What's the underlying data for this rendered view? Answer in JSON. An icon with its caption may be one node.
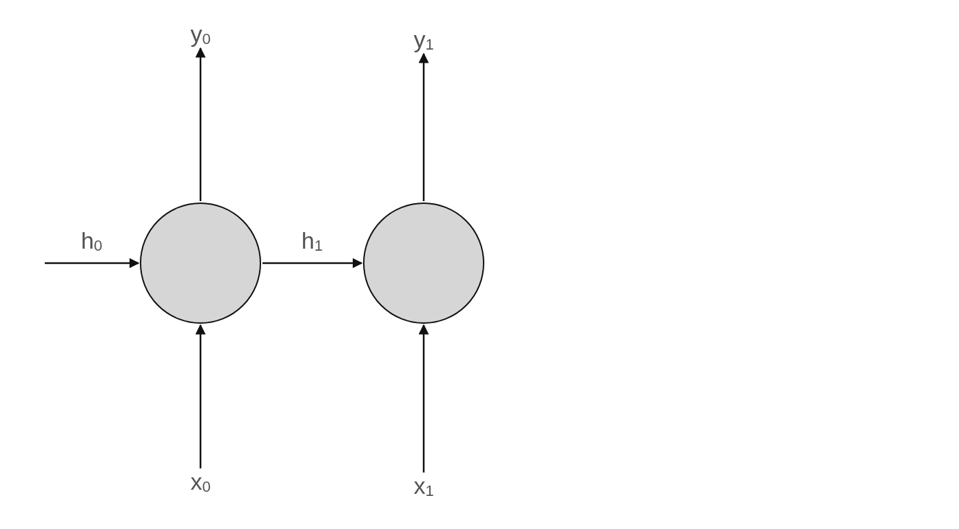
{
  "diagram": {
    "nodes": [
      {
        "text": [
          "y$_{0}$"
        ]
      },
      {
        "text": [
          "y$_{1}$"
        ]
      },
      {
        "text": [],
        "shape": "circle"
      },
      {
        "text": [],
        "shape": "circle"
      },
      {
        "text": [
          "x$_{0}$"
        ]
      },
      {
        "text": [
          "x$_{1}$"
        ]
      }
    ],
    "edges": [
      {
        "from": null,
        "to": 2,
        "arrow": "to",
        "label": "h$_{0}$"
      },
      {
        "from": 2,
        "to": 3,
        "arrow": "to",
        "label": "h$_{1}$"
      },
      {
        "from": 2,
        "to": 0,
        "arrow": "to"
      },
      {
        "from": 3,
        "to": 1,
        "arrow": "to"
      },
      {
        "from": 4,
        "to": 2,
        "arrow": "to"
      },
      {
        "from": 5,
        "to": 3,
        "arrow": "to"
      }
    ]
  }
}
